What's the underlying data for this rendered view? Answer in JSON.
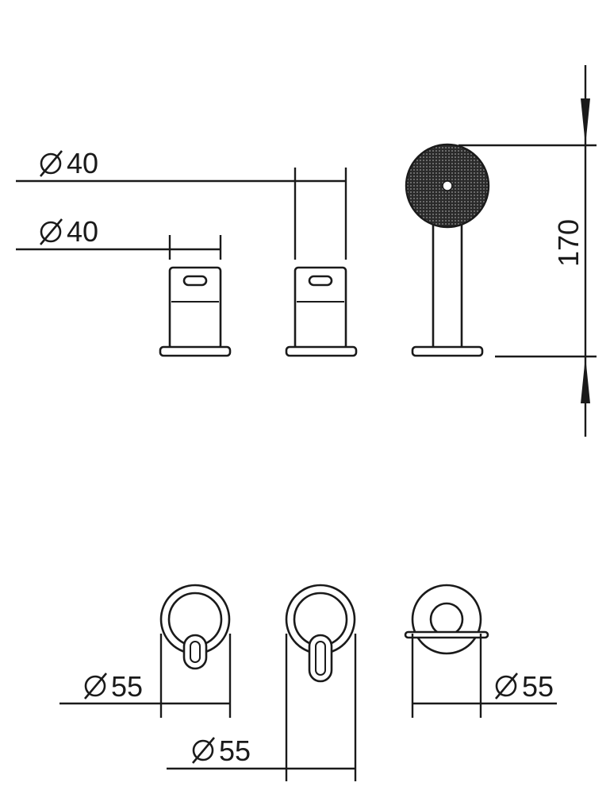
{
  "diagram": {
    "line_color": "#1a1a1a",
    "background": "#ffffff",
    "dimensions": {
      "top_left_upper": "40",
      "top_left_lower": "40",
      "height": "170",
      "bottom_left": "55",
      "bottom_middle": "55",
      "bottom_right": "55"
    }
  }
}
